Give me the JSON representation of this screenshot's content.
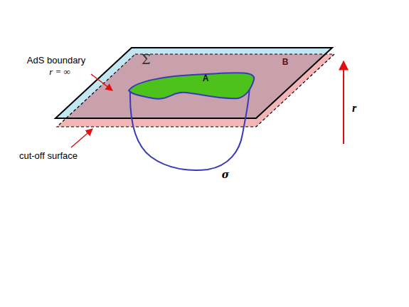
{
  "diagram": {
    "labels": [
      "AdS boundary",
      "r = ∞",
      "Σ",
      "A",
      "B",
      "cut-off surface",
      "r",
      "σ"
    ]
  }
}
